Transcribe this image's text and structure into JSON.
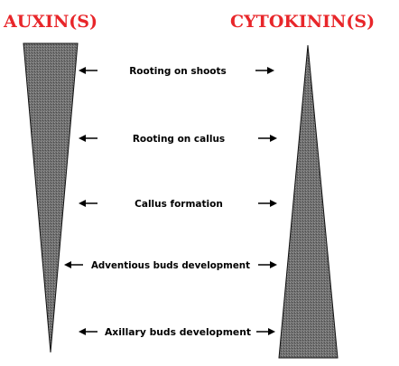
{
  "headers": {
    "left": "AUXIN(S)",
    "right": "CYTOKININ(S)"
  },
  "rows": [
    {
      "label": "Rooting on shoots"
    },
    {
      "label": "Rooting on callus"
    },
    {
      "label": "Callus formation"
    },
    {
      "label": "Adventious buds development"
    },
    {
      "label": "Axillary buds development"
    }
  ],
  "colors": {
    "header_text": "#e8262a",
    "wedge_fill": "#6e6e6e",
    "wedge_stroke": "#111111",
    "arrow": "#000000",
    "label_text": "#000000"
  }
}
